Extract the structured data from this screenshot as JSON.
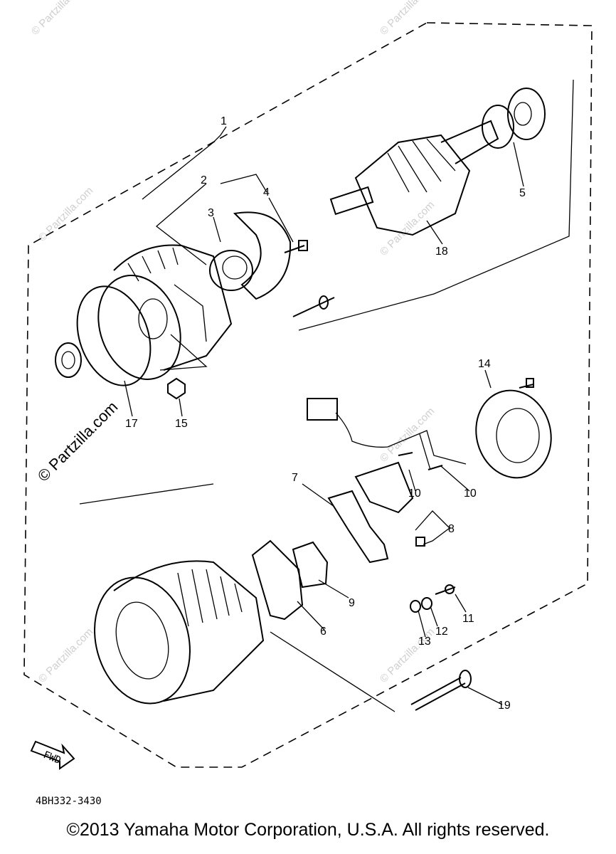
{
  "diagram": {
    "part_labels": [
      "1",
      "2",
      "3",
      "4",
      "5",
      "18",
      "17",
      "15",
      "14",
      "7",
      "10",
      "10",
      "8",
      "9",
      "6",
      "11",
      "12",
      "13",
      "19"
    ],
    "diagram_code": "4BH332-3430",
    "fwd_label": "FWD",
    "watermark": "© Partzilla.com",
    "copyright": "©2013  Yamaha Motor Corporation, U.S.A. All rights reserved."
  }
}
